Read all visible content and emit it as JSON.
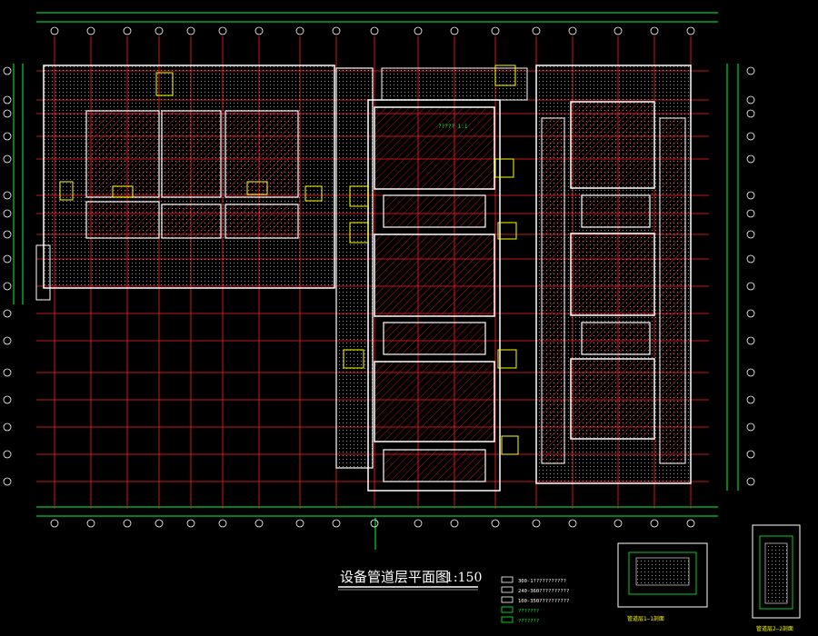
{
  "drawing": {
    "title": "设备管道层平面图",
    "scale": "1:150",
    "colors": {
      "background": "#000000",
      "grid_line": "#ff2020",
      "wall": "#ffffff",
      "dimension": "#00ff33",
      "hatch": "#b81818",
      "equipment": "#ffff00",
      "text": "#ffffff"
    }
  },
  "legend": {
    "items": [
      {
        "label": "300-1???????????",
        "color": "#ffffff"
      },
      {
        "label": "240-360??????????",
        "color": "#ffffff"
      },
      {
        "label": "100-350??????????",
        "color": "#ffffff"
      },
      {
        "label": "???????",
        "color": "#00ff33"
      },
      {
        "label": "???????",
        "color": "#00ff33"
      }
    ]
  },
  "details": {
    "detail1_caption": "管道层1—1剖面",
    "detail2_caption": "管道层2—2剖面"
  },
  "annotations": {
    "room_label": "????? 1:1"
  }
}
